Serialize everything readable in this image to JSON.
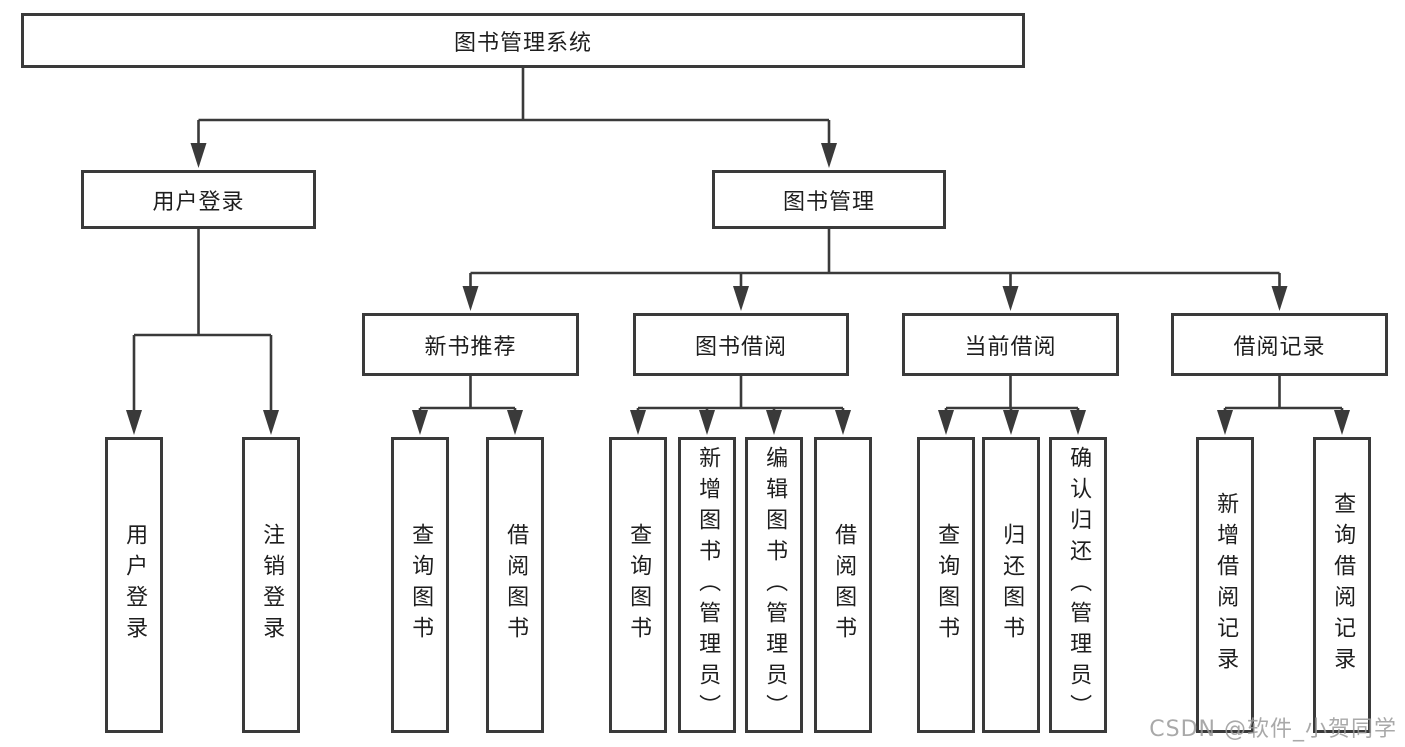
{
  "diagram": {
    "root": {
      "label": "图书管理系统"
    },
    "level2": [
      {
        "label": "用户登录"
      },
      {
        "label": "图书管理"
      }
    ],
    "level3": [
      {
        "label": "新书推荐"
      },
      {
        "label": "图书借阅"
      },
      {
        "label": "当前借阅"
      },
      {
        "label": "借阅记录"
      }
    ],
    "leaves": {
      "user_login": [
        {
          "label": "用户登录"
        },
        {
          "label": "注销登录"
        }
      ],
      "new_book": [
        {
          "label": "查询图书"
        },
        {
          "label": "借阅图书"
        }
      ],
      "book_borrow": [
        {
          "label": "查询图书"
        },
        {
          "label": "新增图书（管理员）"
        },
        {
          "label": "编辑图书（管理员）"
        },
        {
          "label": "借阅图书"
        }
      ],
      "current_borrow": [
        {
          "label": "查询图书"
        },
        {
          "label": "归还图书"
        },
        {
          "label": "确认归还（管理员）"
        }
      ],
      "borrow_record": [
        {
          "label": "新增借阅记录"
        },
        {
          "label": "查询借阅记录"
        }
      ]
    }
  },
  "watermark": {
    "text": "CSDN @软件_小贺同学"
  },
  "colors": {
    "line": "#3a3a3a",
    "box_border": "#3a3a3a",
    "text": "#1e1e1e",
    "watermark": "#9a9a9a",
    "background": "#ffffff"
  }
}
